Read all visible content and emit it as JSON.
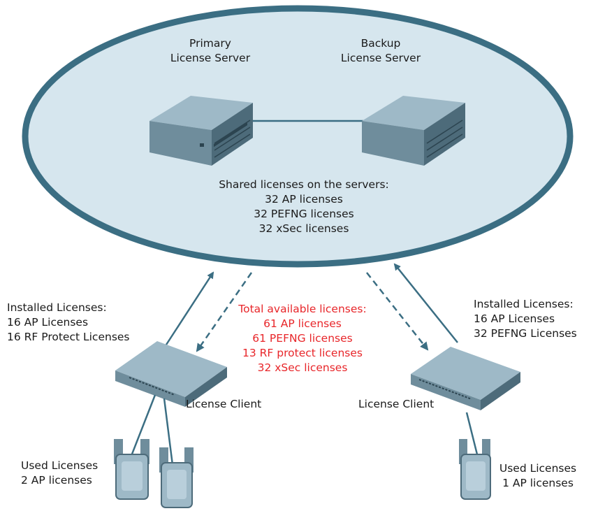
{
  "colors": {
    "ellipse_fill": "#d6e6ee",
    "ellipse_stroke": "#3b6e83",
    "arrow": "#3b6e83",
    "total_text": "#e8262a"
  },
  "servers": {
    "primary_label": [
      "Primary",
      "License Server"
    ],
    "backup_label": [
      "Backup",
      "License Server"
    ],
    "shared_lines": [
      "Shared licenses on the servers:",
      "32 AP licenses",
      "32 PEFNG licenses",
      "32 xSec licenses"
    ]
  },
  "left_client": {
    "installed_lines": [
      "Installed Licenses:",
      "16 AP Licenses",
      "16 RF Protect Licenses"
    ],
    "label": "License Client",
    "used_lines": [
      "Used Licenses",
      "2 AP licenses"
    ]
  },
  "right_client": {
    "installed_lines": [
      "Installed Licenses:",
      "16 AP Licenses",
      "32 PEFNG Licenses"
    ],
    "label": "License Client",
    "used_lines": [
      "Used Licenses",
      "1 AP licenses"
    ]
  },
  "total": {
    "lines": [
      "Total available licenses:",
      "61 AP licenses",
      "61 PEFNG licenses",
      "13 RF protect licenses",
      "32 xSec licenses"
    ]
  },
  "icons": [
    "server-icon",
    "switch-icon",
    "access-point-icon",
    "arrow-icon"
  ]
}
